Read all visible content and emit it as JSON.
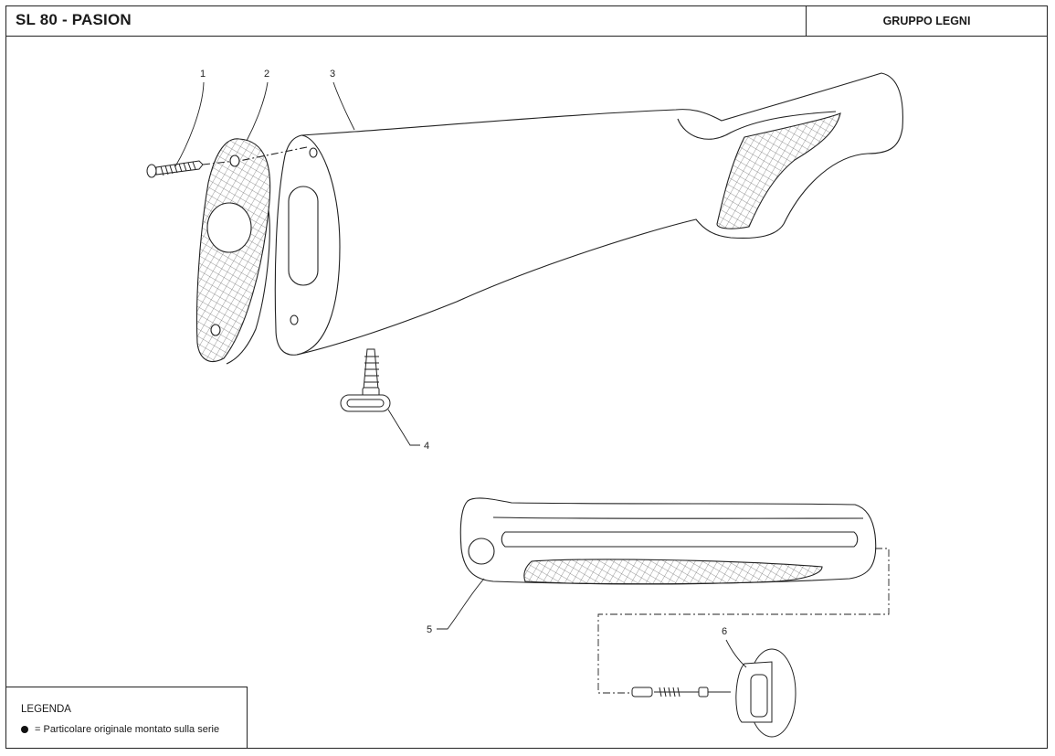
{
  "header": {
    "title": "SL 80 - PASION",
    "group": "GRUPPO LEGNI"
  },
  "legend": {
    "title": "LEGENDA",
    "marker_text": "=  Particolare originale montato sulla serie"
  },
  "callouts": [
    "1",
    "2",
    "3",
    "4",
    "5",
    "6"
  ],
  "parts": {
    "screw": "screw-icon",
    "butt_pad": "butt-pad-icon",
    "stock": "stock-icon",
    "sling_swivel": "sling-swivel-icon",
    "forend": "forend-icon",
    "forend_latch": "forend-latch-icon"
  }
}
